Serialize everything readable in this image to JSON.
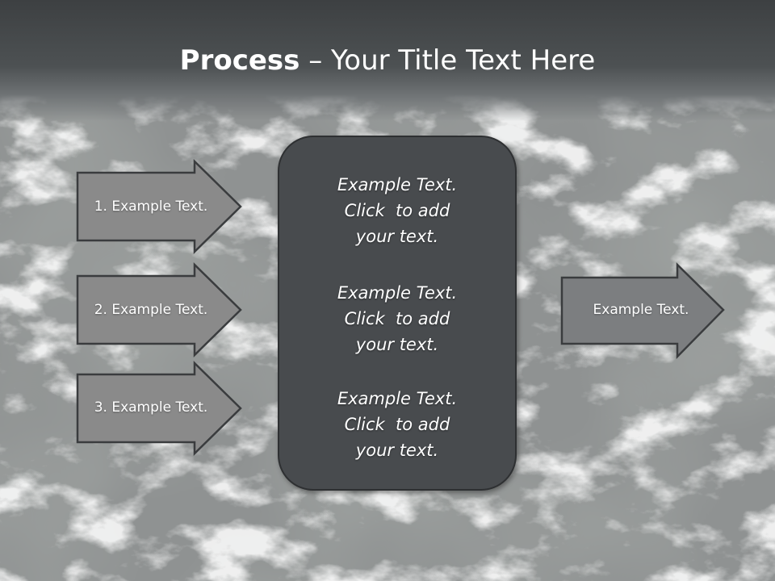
{
  "title": {
    "bold": "Process",
    "dash": " – ",
    "rest": "Your Title Text Here"
  },
  "left_arrows": [
    {
      "label": "1. Example Text."
    },
    {
      "label": "2. Example Text."
    },
    {
      "label": "3. Example Text."
    }
  ],
  "center_box": {
    "blocks": [
      {
        "lines": [
          "Example Text.",
          "Click  to add",
          "your text."
        ]
      },
      {
        "lines": [
          "Example Text.",
          "Click  to add",
          "your text."
        ]
      },
      {
        "lines": [
          "Example Text.",
          "Click  to add",
          "your text."
        ]
      }
    ]
  },
  "right_arrow": {
    "label": "Example Text."
  },
  "colors": {
    "title_bar": "#3d4042",
    "arrow_fill": "#8a8a8a",
    "arrow_fill_right": "#7c7e80",
    "arrow_stroke": "#3a3c3e",
    "center_box_fill": "#484b4e"
  },
  "background": {
    "description_icon": "snowy-mountains-aerial-image"
  }
}
